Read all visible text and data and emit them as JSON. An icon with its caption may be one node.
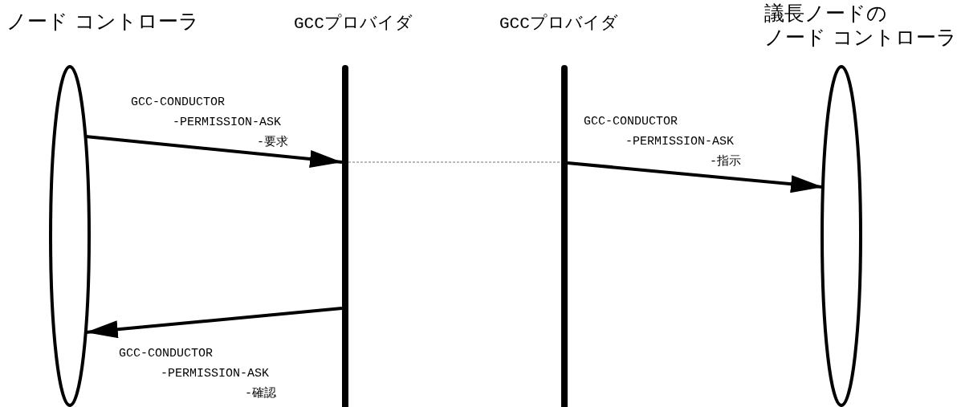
{
  "diagram": {
    "nodes": [
      {
        "text": [
          "ノード コントローラ"
        ]
      },
      {
        "text": [
          "GCCプロバイダ"
        ]
      },
      {
        "text": [
          "GCCプロバイダ"
        ]
      },
      {
        "text": [
          "議長ノードのノード コントローラ"
        ]
      }
    ],
    "edges": [
      {
        "from": 0,
        "to": 1,
        "arrow": "to",
        "label": "GCC-CONDUCTOR -PERMISSION-ASK -要求"
      },
      {
        "from": 1,
        "to": 2,
        "arrow": "none",
        "style": "dashed",
        "color": "#777777"
      },
      {
        "from": 2,
        "to": 3,
        "arrow": "to",
        "label": "GCC-CONDUCTOR -PERMISSION-ASK -指示"
      },
      {
        "from": 1,
        "to": 0,
        "arrow": "to",
        "label": "GCC-CONDUCTOR -PERMISSION-ASK -確認"
      }
    ]
  }
}
